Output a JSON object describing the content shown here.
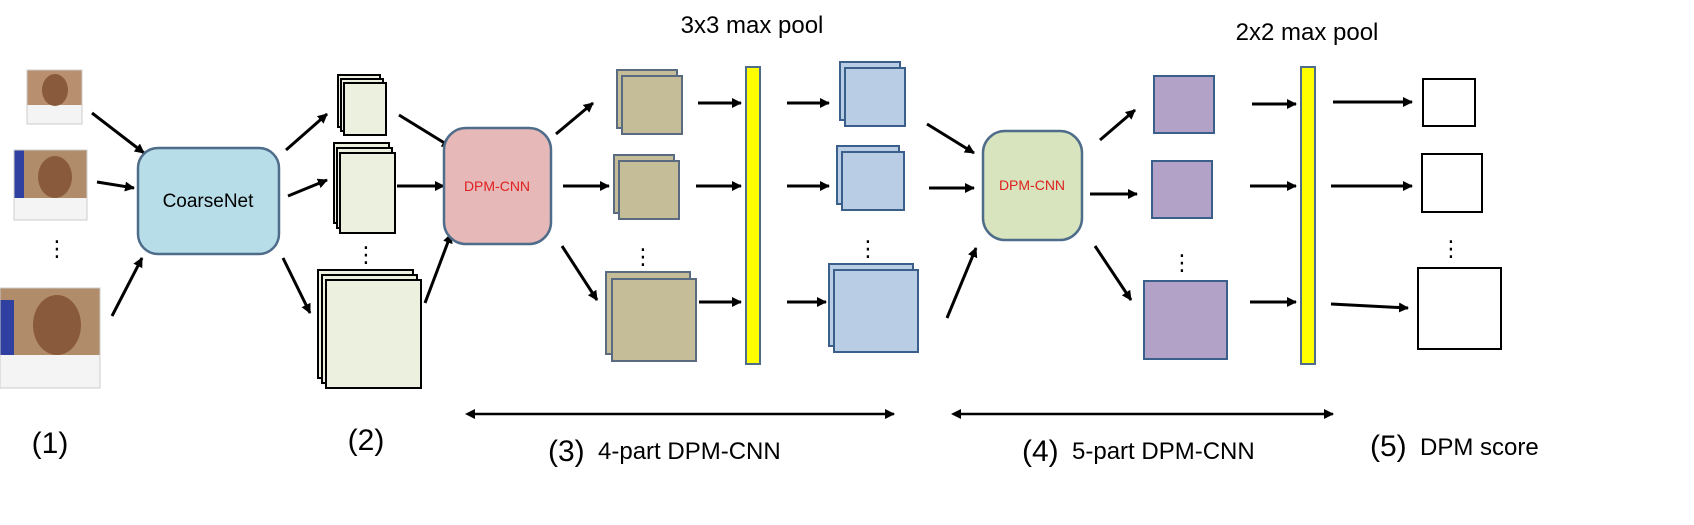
{
  "diagram": {
    "coarse_label": "CoarseNet",
    "dpm4_label": "DPM-CNN",
    "dpm5_label": "DPM-CNN",
    "pool1_label": "3x3 max pool",
    "pool2_label": "2x2 max pool",
    "ellipsis": "⋮",
    "stages": {
      "s1": "(1)",
      "s2": "(2)",
      "s3_num": "(3)",
      "s3_text": "4-part DPM-CNN",
      "s4_num": "(4)",
      "s4_text": "5-part DPM-CNN",
      "s5_num": "(5)",
      "s5_text": "DPM score"
    },
    "colors": {
      "coarse": "#b7dde8",
      "dpm4": "#e6b9b8",
      "dpm5": "#d7e4bd",
      "node_stroke": "#4f6d8a",
      "patch_fill": "#ebf1de",
      "tan_fill": "#c4bd97",
      "blue_fill": "#b9cde5",
      "blue_stroke": "#3a5f8a",
      "purple_fill": "#b3a2c7",
      "pool_bar": "#ffff00",
      "label_red": "#e02020"
    }
  }
}
